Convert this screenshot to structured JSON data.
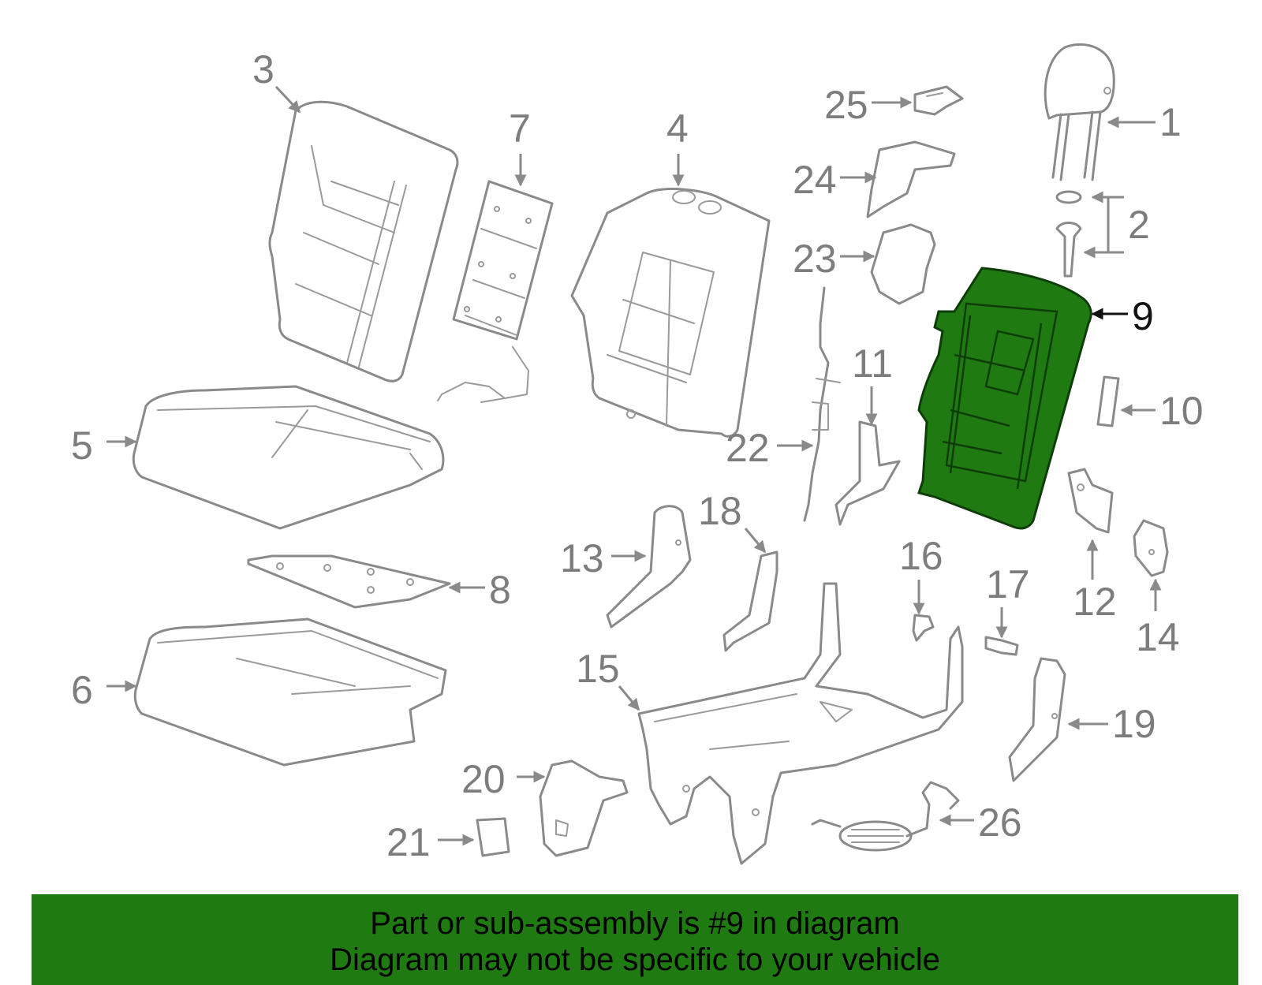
{
  "diagram": {
    "highlight_color": "#1f7a12",
    "highlighted_callout": "9",
    "callouts": [
      "1",
      "2",
      "3",
      "4",
      "5",
      "6",
      "7",
      "8",
      "9",
      "10",
      "11",
      "12",
      "13",
      "14",
      "15",
      "16",
      "17",
      "18",
      "19",
      "20",
      "21",
      "22",
      "23",
      "24",
      "25",
      "26"
    ]
  },
  "banner": {
    "line1": "Part or sub-assembly is #9 in diagram",
    "line2": "Diagram may not be specific to your vehicle",
    "background": "#1f7a12"
  }
}
